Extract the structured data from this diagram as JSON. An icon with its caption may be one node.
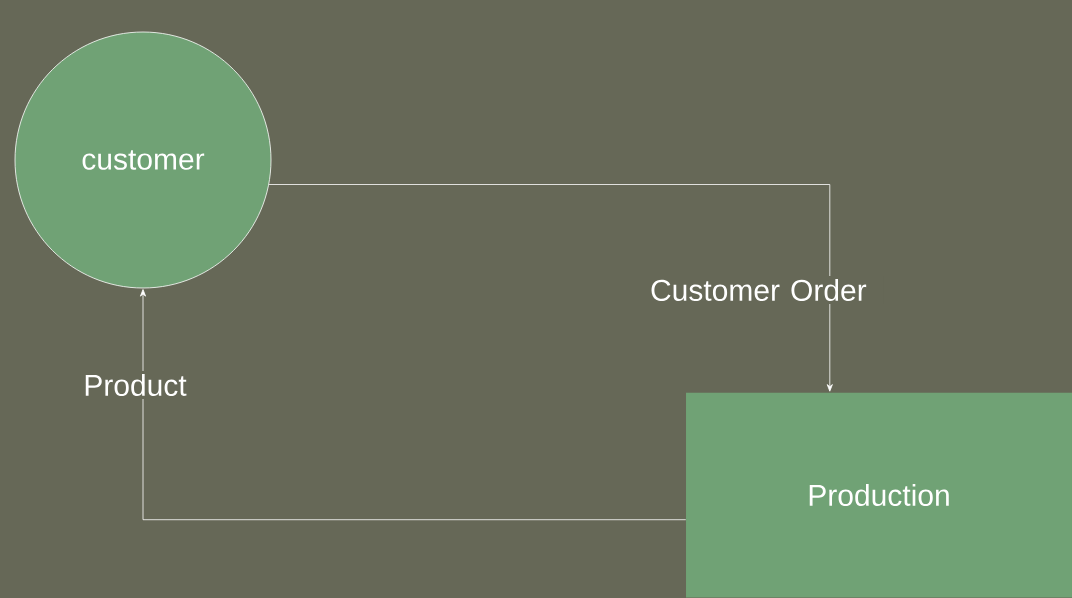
{
  "diagram": {
    "nodes": [
      {
        "text": [
          "customer"
        ]
      },
      {
        "text": [
          "Production"
        ]
      }
    ],
    "edges": [
      {
        "from": 0,
        "to": 1,
        "arrow": "to",
        "label": "Customer Order"
      },
      {
        "from": 1,
        "to": 0,
        "arrow": "to",
        "label": "Product"
      }
    ]
  }
}
